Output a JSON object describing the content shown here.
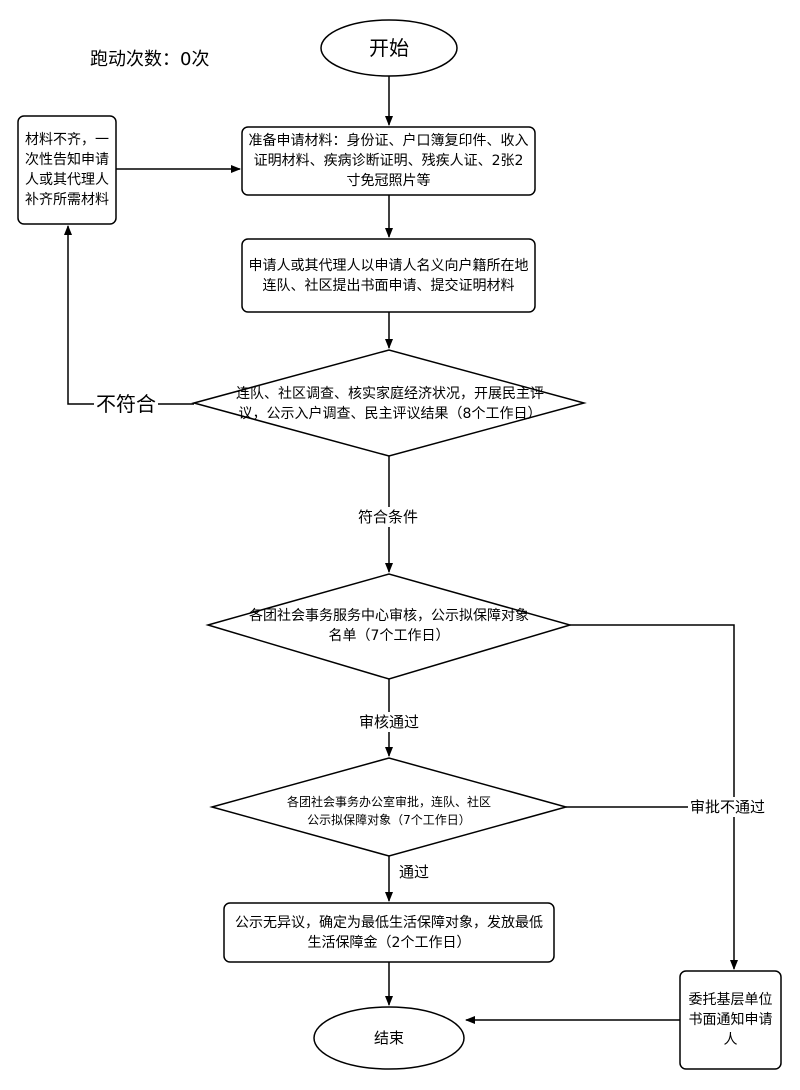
{
  "header": {
    "visit_count": "跑动次数：0次"
  },
  "nodes": {
    "start": "开始",
    "prepare": "准备申请材料：身份证、户口簿复印件、收入证明材料、疾病诊断证明、残疾人证、2张2寸免冠照片等",
    "incomplete": "材料不齐，一次性告知申请人或其代理人补齐所需材料",
    "apply": "申请人或其代理人以申请人名义向户籍所在地连队、社区提出书面申请、提交证明材料",
    "survey": "连队、社区调查、核实家庭经济状况，开展民主评议，公示入户调查、民主评议结果（8个工作日）",
    "center_review": "各团社会事务服务中心审核，公示拟保障对象名单（7个工作日）",
    "office_approve": "各团社会事务办公室审批，连队、社区公示拟保障对象（7个工作日）",
    "publish": "公示无异议，确定为最低生活保障对象，发放最低生活保障金（2个工作日）",
    "notify": "委托基层单位书面通知申请人",
    "end": "结束"
  },
  "edges": {
    "not_match": "不符合",
    "match": "符合条件",
    "review_pass": "审核通过",
    "approve_fail": "审批不通过",
    "pass": "通过"
  }
}
